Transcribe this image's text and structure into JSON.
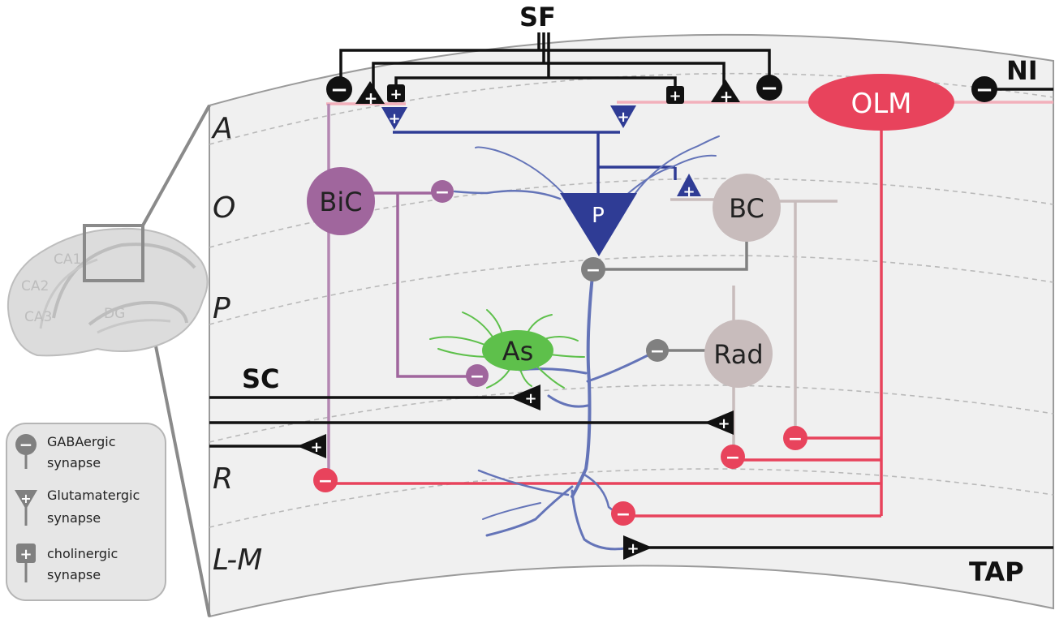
{
  "inputs": {
    "sf": "SF",
    "ni": "NI",
    "sc": "SC",
    "tap": "TAP"
  },
  "layers": [
    "A",
    "O",
    "P",
    "R",
    "L-M"
  ],
  "cells": {
    "olm": "OLM",
    "bic": "BiC",
    "bc": "BC",
    "p": "P",
    "as": "As",
    "rad": "Rad"
  },
  "hippocampus_regions": [
    "CA1",
    "CA2",
    "CA3",
    "DG"
  ],
  "legend": {
    "gaba_line1": "GABAergic",
    "gaba_line2": "synapse",
    "glut_line1": "Glutamatergic",
    "glut_line2": "synapse",
    "chol_line1": "cholinergic",
    "chol_line2": "synapse"
  },
  "signs": {
    "inhibitory": "−",
    "excitatory": "+"
  },
  "colors": {
    "olm": "#e8435c",
    "bic": "#a0669d",
    "bc": "#c8bcbc",
    "rad": "#c8bcbc",
    "pyramidal": "#2f3c95",
    "astrocyte": "#5ec04b",
    "input": "#111111",
    "gray_synapse": "#808080"
  },
  "icons": [
    "gaba-synapse-icon",
    "glutamatergic-synapse-icon",
    "cholinergic-synapse-icon"
  ]
}
